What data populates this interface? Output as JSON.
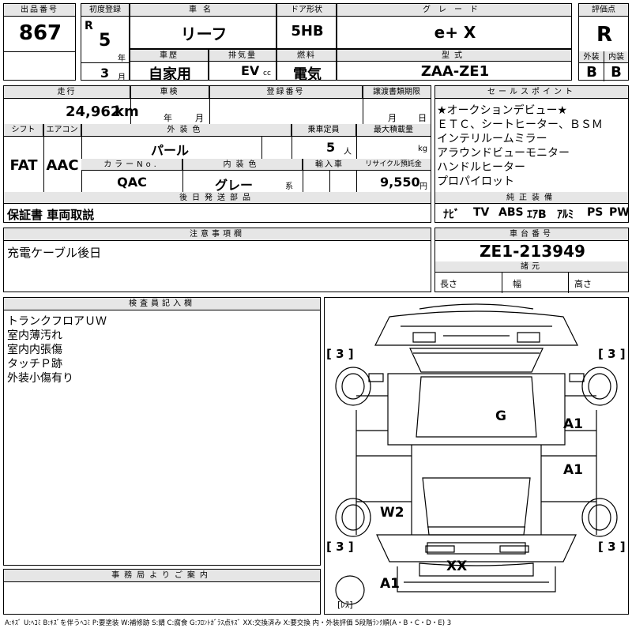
{
  "lot": {
    "label": "出品番号",
    "value": "867"
  },
  "first_reg": {
    "label": "初度登録",
    "era": "R",
    "year": "5",
    "year_unit": "年",
    "month": "3",
    "month_unit": "月"
  },
  "car_name": {
    "label": "車名",
    "value": "リーフ"
  },
  "door": {
    "label": "ドア形状",
    "value": "5HB"
  },
  "grade": {
    "label": "グレード",
    "value": "e+ X"
  },
  "rating": {
    "label": "評価点",
    "value": "R",
    "exterior_label": "外装",
    "exterior": "B",
    "interior_label": "内装",
    "interior": "B"
  },
  "history": {
    "label": "車歴",
    "value": "自家用"
  },
  "displacement": {
    "label": "排気量",
    "value": "EV",
    "unit": "cc"
  },
  "fuel": {
    "label": "燃料",
    "value": "電気"
  },
  "model_type": {
    "label": "型式",
    "value": "ZAA-ZE1"
  },
  "mileage": {
    "label": "走行",
    "value": "24,962",
    "unit": "km"
  },
  "inspection": {
    "label": "車検",
    "year_unit": "年",
    "month_unit": "月"
  },
  "registration": {
    "label": "登録番号"
  },
  "transfer_deadline": {
    "label": "譲渡書類期限",
    "month_unit": "月",
    "day_unit": "日"
  },
  "sales_points": {
    "label": "セールスポイント",
    "lines": [
      "★オークションデビュー★",
      "ＥＴＣ、シートヒーター、ＢＳＭ",
      "インテリルームミラー",
      "アラウンドビューモニター",
      "ハンドルヒーター",
      "プロパイロット"
    ]
  },
  "shift": {
    "label": "シフト",
    "value": "FAT"
  },
  "aircon": {
    "label": "エアコン",
    "value": "AAC"
  },
  "exterior_color": {
    "label": "外装色",
    "value": "パール"
  },
  "capacity": {
    "label": "乗車定員",
    "value": "5",
    "unit": "人"
  },
  "max_load": {
    "label": "最大積載量",
    "unit": "kg"
  },
  "color_no": {
    "label": "カラーNo.",
    "value": "QAC"
  },
  "interior_color": {
    "label": "内装色",
    "value": "グレー",
    "unit": "系"
  },
  "import": {
    "label": "輸入車"
  },
  "recycle": {
    "label": "リサイクル預託金",
    "value": "9,550",
    "unit": "円"
  },
  "later_parts": {
    "label": "後日発送部品",
    "value": "保証書 車両取説"
  },
  "equipment": {
    "label": "純正装備",
    "items": [
      "ﾅﾋﾞ",
      "TV",
      "ABS",
      "ｴｱB",
      "ｱﾙﾐ",
      "PS",
      "PW"
    ]
  },
  "notes": {
    "label": "注意事項欄",
    "value": "充電ケーブル後日"
  },
  "chassis": {
    "label": "車台番号",
    "value": "ZE1-213949"
  },
  "specs": {
    "label": "諸元",
    "length": "長さ",
    "width": "幅",
    "height": "高さ"
  },
  "inspector": {
    "label": "検査員記入欄",
    "lines": [
      "トランクフロアＵＷ",
      "室内薄汚れ",
      "室内内張傷",
      "タッチＰ跡",
      "外装小傷有り"
    ]
  },
  "office": {
    "label": "事務局よりご案内"
  },
  "diagram": {
    "marks": {
      "tl": "[ 3 ]",
      "tr": "[ 3 ]",
      "bl": "[ 3 ]",
      "br": "[ 3 ]",
      "g": "G",
      "a1_upper": "A1",
      "a1_lower": "A1",
      "w2": "W2",
      "xx": "XX",
      "a1_rear": "A1",
      "tire": "[ﾚｽ]"
    }
  },
  "legend": "A:ｷｽﾞ U:ﾍｺﾐ B:ｷｽﾞを伴うﾍｺﾐ P:要塗装 W:補修跡 S:錆 C:腐食 G:ﾌﾛﾝﾄｶﾞﾗｽ点ｷｽﾞ XX:交換済み X:要交換 内・外装評価 5段階ﾗﾝｸ順(A・B・C・D・E) 3"
}
